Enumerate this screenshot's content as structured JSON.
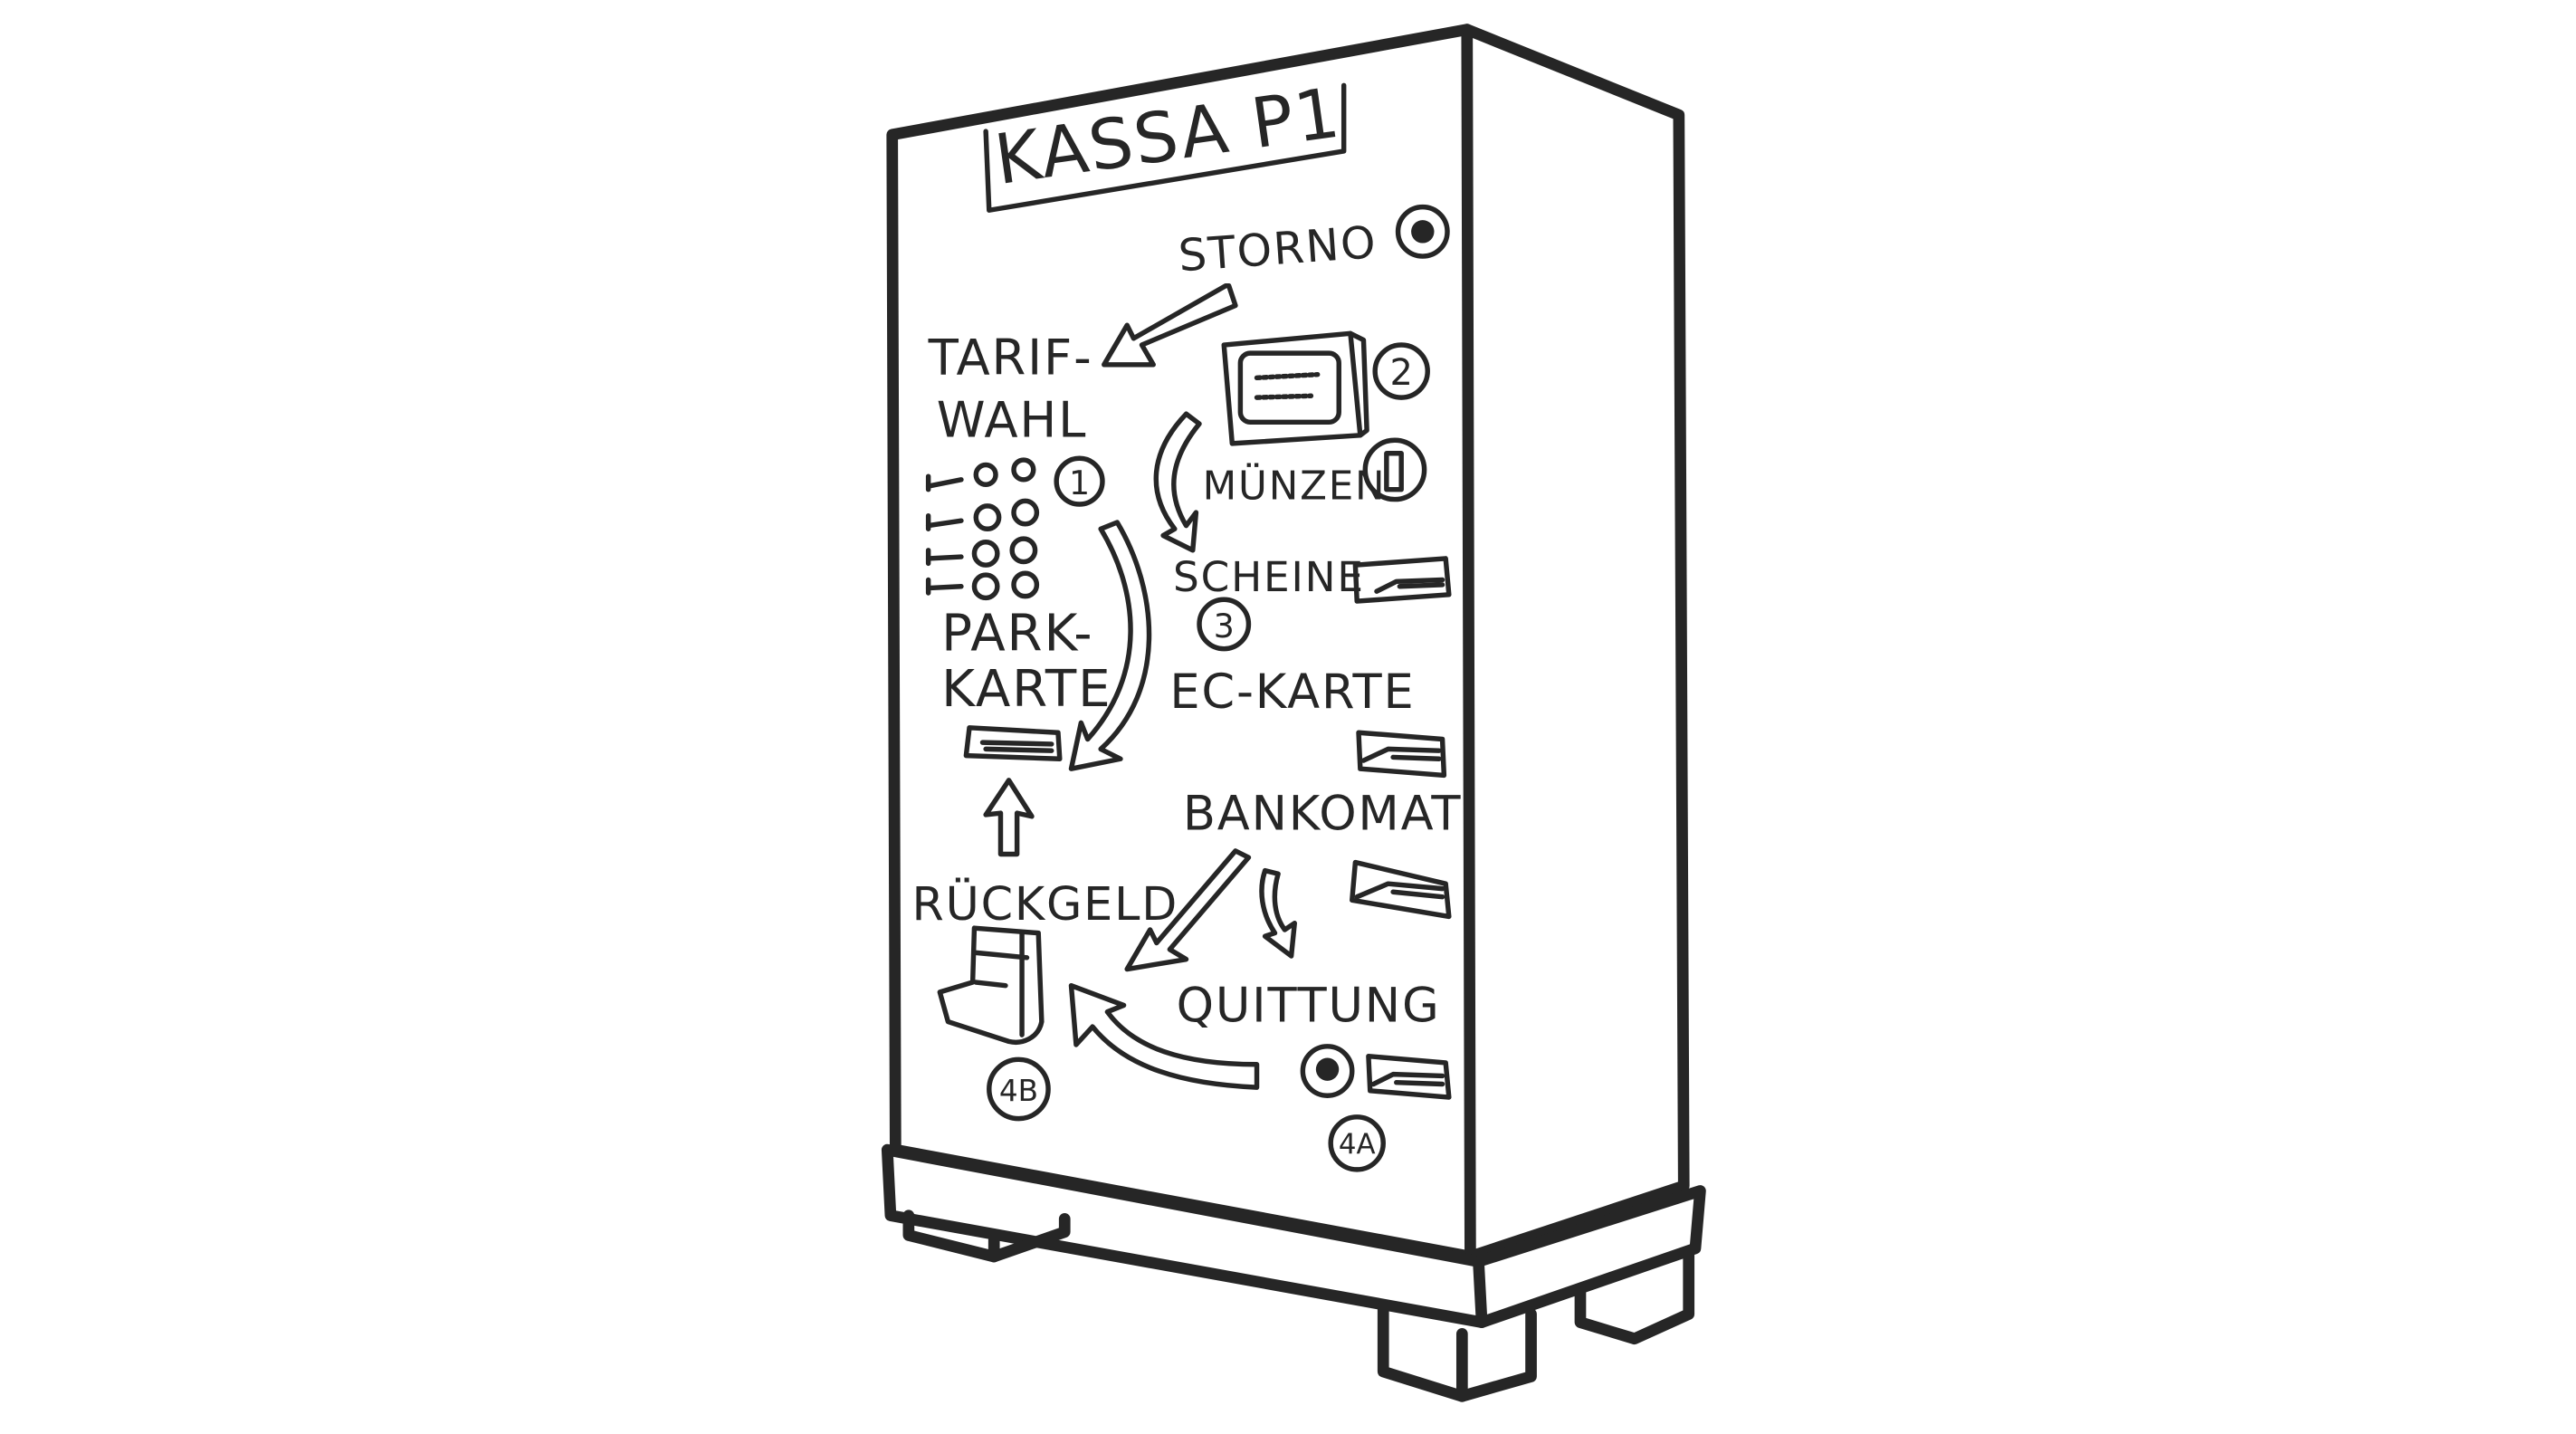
{
  "machine": {
    "title": "KASSA P1",
    "storno": "STORNO",
    "tarif_line1": "TARIF-",
    "tarif_line2": "WAHL",
    "muenzen": "MÜNZEN",
    "scheine": "SCHEINE",
    "park_line1": "PARK-",
    "park_line2": "KARTE",
    "ec_karte": "EC-KARTE",
    "bankomat": "BANKOMAT",
    "rueckgeld": "RÜCKGELD",
    "quittung": "QUITTUNG",
    "step_markers": [
      "1",
      "2",
      "3",
      "4A",
      "4B"
    ]
  }
}
